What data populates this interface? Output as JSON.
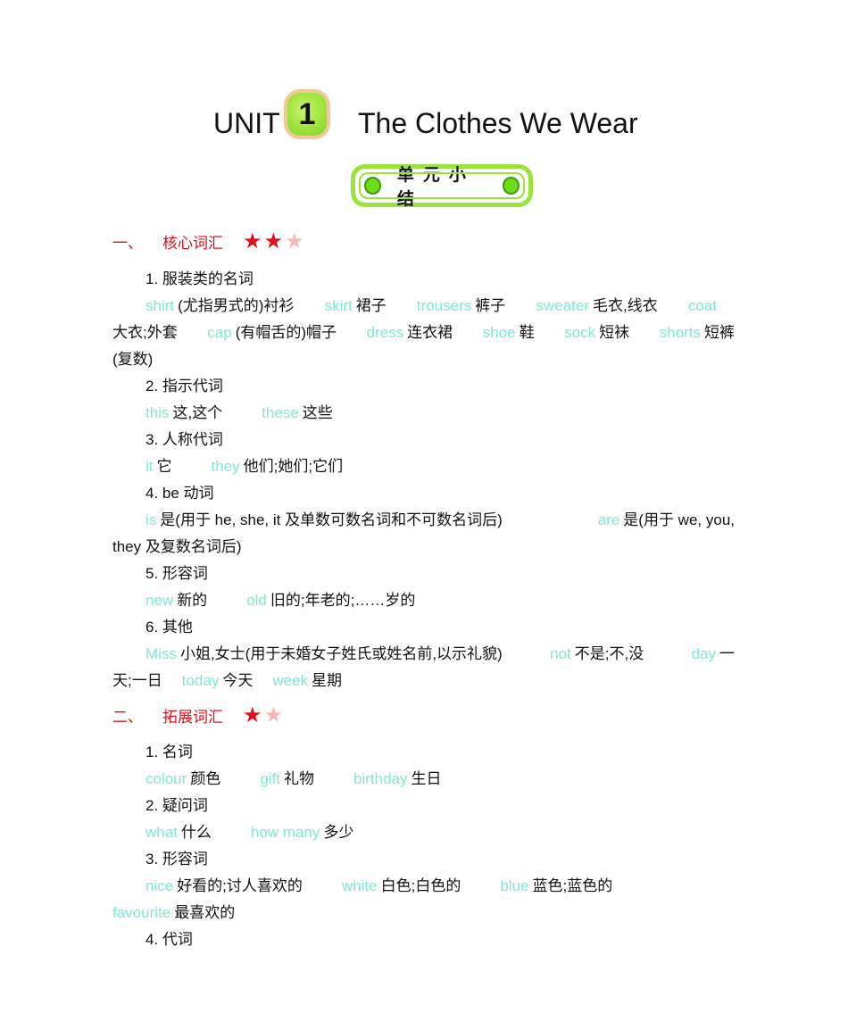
{
  "title": {
    "unit": "UNIT",
    "number": "1",
    "main": "The Clothes We Wear"
  },
  "badge": "单元小结",
  "colors": {
    "term": "#7fe8d4",
    "section": "#e0101a",
    "badge": "#9be23a"
  },
  "sections": [
    {
      "no": "一、",
      "label": "核心词汇",
      "stars": {
        "filled": 2,
        "faded": 1
      }
    },
    {
      "no": "二、",
      "label": "拓展词汇",
      "stars": {
        "filled": 1,
        "faded": 1
      }
    }
  ],
  "lines": [
    {
      "items": [
        {
          "zh": "1. 服装类的名词"
        }
      ]
    },
    {
      "items": [
        {
          "en": "shirt",
          "zh": "(尤指男式的)衬衫"
        },
        {
          "en": "skirt",
          "zh": "裙子"
        },
        {
          "en": "trousers",
          "zh": "裤子"
        },
        {
          "en": "sweater",
          "zh": "毛衣,线衣"
        },
        {
          "en": "coat"
        }
      ]
    },
    {
      "items": [
        {
          "zh": "大衣;外套"
        },
        {
          "en": "cap",
          "zh": "(有帽舌的)帽子"
        },
        {
          "en": "dress",
          "zh": "连衣裙"
        },
        {
          "en": "shoe",
          "zh": "鞋"
        },
        {
          "en": "sock",
          "zh": "短袜"
        },
        {
          "en": "shorts",
          "zh": "短裤"
        }
      ]
    },
    {
      "items": [
        {
          "zh": "(复数)"
        }
      ]
    },
    {
      "items": [
        {
          "zh": "2. 指示代词"
        }
      ]
    },
    {
      "items": [
        {
          "en": "this",
          "zh": "这,这个"
        },
        {
          "en": "these",
          "zh": "这些"
        }
      ]
    },
    {
      "items": [
        {
          "zh": "3. 人称代词"
        }
      ]
    },
    {
      "items": [
        {
          "en": "it",
          "zh": "它"
        },
        {
          "en": "they",
          "zh": "他们;她们;它们"
        }
      ]
    },
    {
      "items": [
        {
          "zh": "4. be 动词"
        }
      ]
    },
    {
      "items": [
        {
          "en": "is",
          "zh": "是(用于 he, she, it 及单数可数名词和不可数名词后)"
        },
        {
          "en": "are",
          "zh": "是(用于 we, you,"
        }
      ]
    },
    {
      "items": [
        {
          "zh": "they 及复数名词后)"
        }
      ]
    },
    {
      "items": [
        {
          "zh": "5. 形容词"
        }
      ]
    },
    {
      "items": [
        {
          "en": "new",
          "zh": "新的"
        },
        {
          "en": "old",
          "zh": "旧的;年老的;……岁的"
        }
      ]
    },
    {
      "items": [
        {
          "zh": "6. 其他"
        }
      ]
    },
    {
      "items": [
        {
          "en": "Miss",
          "zh": "小姐,女士(用于未婚女子姓氏或姓名前,以示礼貌)"
        },
        {
          "en": "not",
          "zh": "不是;不,没"
        },
        {
          "en": "day",
          "zh": "一"
        }
      ]
    },
    {
      "items": [
        {
          "zh": "天;一日"
        },
        {
          "en": "today",
          "zh": "今天"
        },
        {
          "en": "week",
          "zh": "星期"
        }
      ]
    },
    {
      "items": [
        {
          "zh": "1. 名词"
        }
      ]
    },
    {
      "items": [
        {
          "en": "colour",
          "zh": "颜色"
        },
        {
          "en": "gift",
          "zh": "礼物"
        },
        {
          "en": "birthday",
          "zh": "生日"
        }
      ]
    },
    {
      "items": [
        {
          "zh": "2. 疑问词"
        }
      ]
    },
    {
      "items": [
        {
          "en": "what",
          "zh": "什么"
        },
        {
          "en": "how many",
          "zh": "多少"
        }
      ]
    },
    {
      "items": [
        {
          "zh": "3. 形容词"
        }
      ]
    },
    {
      "items": [
        {
          "en": "nice",
          "zh": "好看的;讨人喜欢的"
        },
        {
          "en": "white",
          "zh": "白色;白色的"
        },
        {
          "en": "blue",
          "zh": "蓝色;蓝色的"
        }
      ]
    },
    {
      "items": [
        {
          "en": "favourite",
          "zh": "最喜欢的"
        }
      ]
    },
    {
      "items": [
        {
          "zh": "4. 代词"
        }
      ]
    }
  ]
}
